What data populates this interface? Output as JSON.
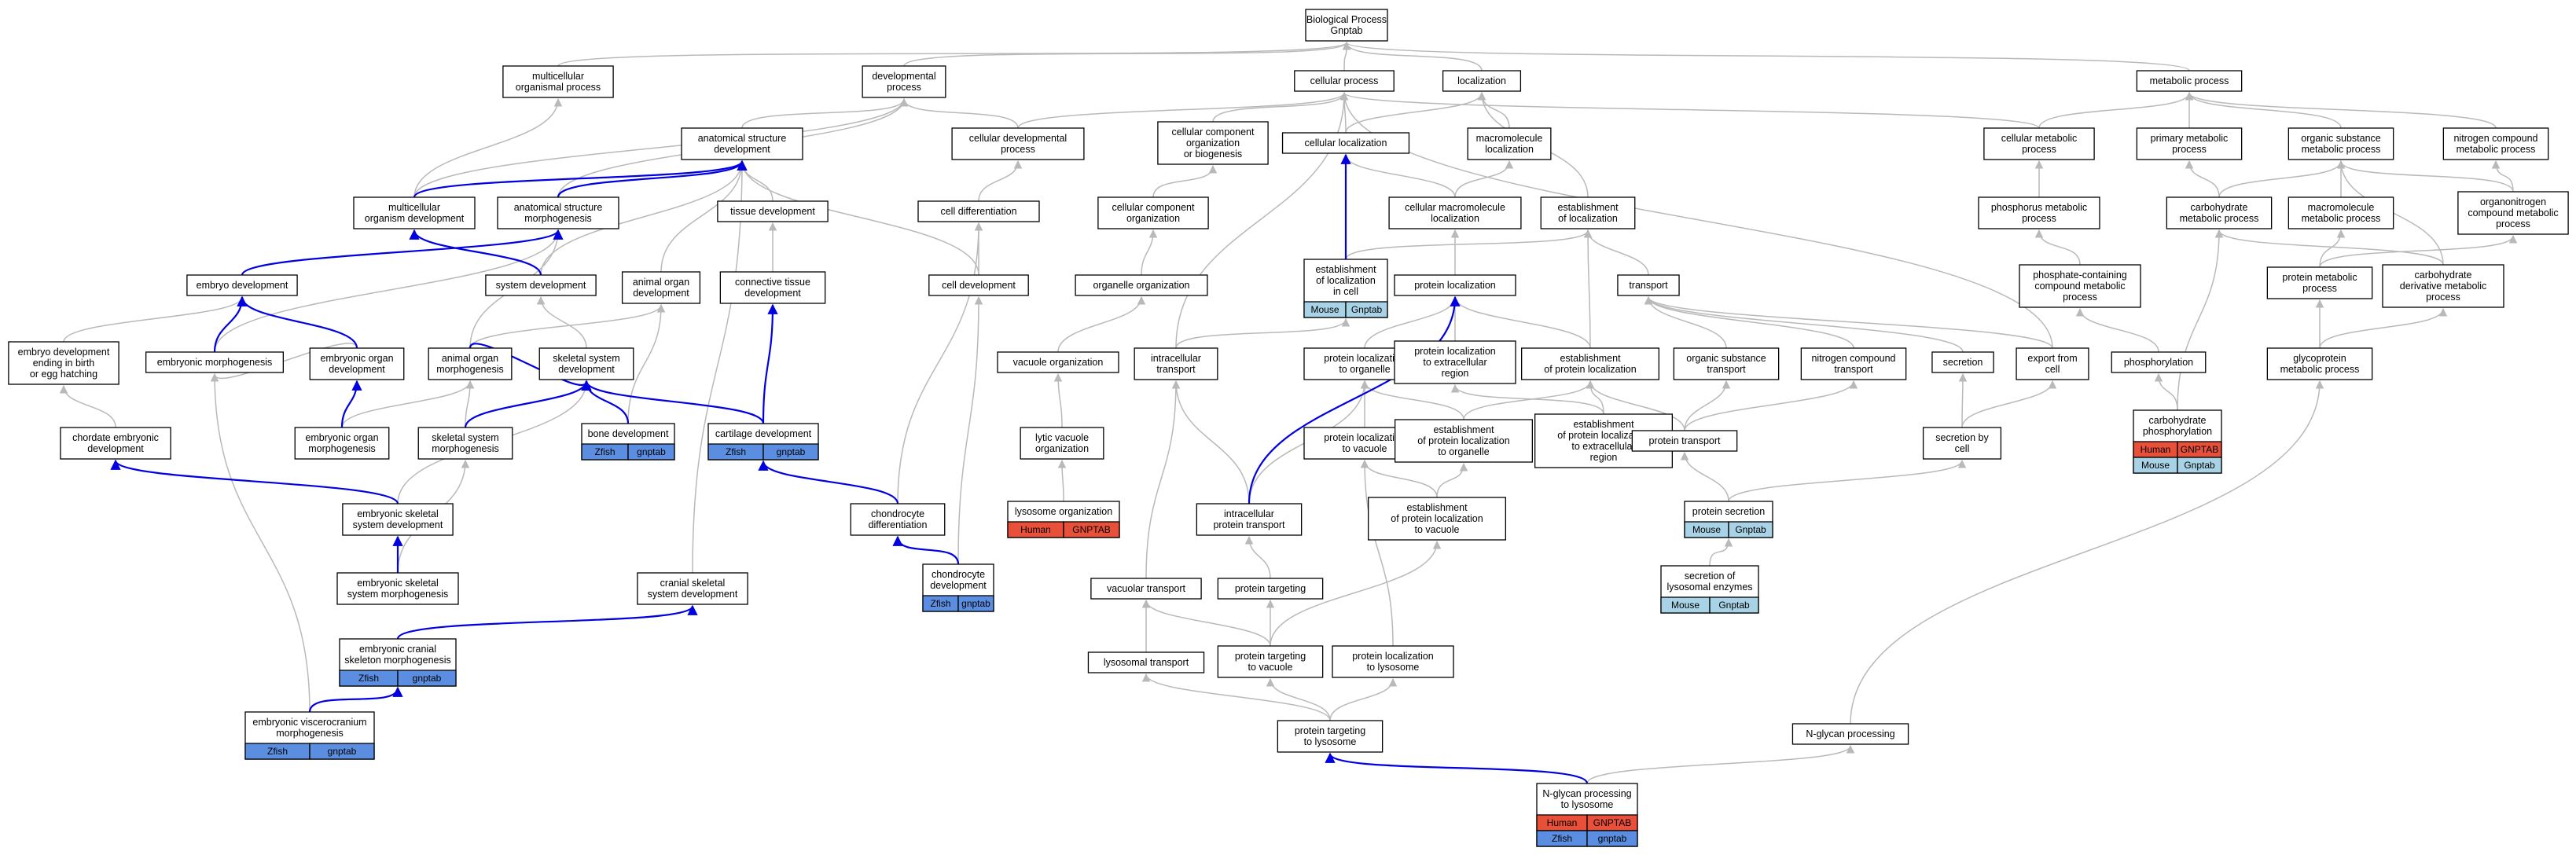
{
  "colors": {
    "edge_gray": "#b9b9b9",
    "edge_blue": "#0000e0",
    "human": "#e8503a",
    "mouse": "#a8d3e6",
    "zfish": "#5b8ee0"
  },
  "nodes": {
    "bp": [
      "Biological Process",
      "Gnptab"
    ],
    "mop": [
      "multicellular",
      "organismal process"
    ],
    "dp": [
      "developmental",
      "process"
    ],
    "cp": [
      "cellular process"
    ],
    "loc": [
      "localization"
    ],
    "mp": [
      "metabolic process"
    ],
    "asd": [
      "anatomical structure",
      "development"
    ],
    "cdp": [
      "cellular developmental",
      "process"
    ],
    "ccob": [
      "cellular component",
      "organization",
      "or biogenesis"
    ],
    "cl": [
      "cellular localization"
    ],
    "ml": [
      "macromolecule",
      "localization"
    ],
    "cmp": [
      "cellular metabolic",
      "process"
    ],
    "pmp": [
      "primary metabolic",
      "process"
    ],
    "osmp": [
      "organic substance",
      "metabolic process"
    ],
    "ncmp": [
      "nitrogen compound",
      "metabolic process"
    ],
    "mod": [
      "multicellular",
      "organism development"
    ],
    "asm": [
      "anatomical structure",
      "morphogenesis"
    ],
    "td": [
      "tissue development"
    ],
    "cdiff": [
      "cell differentiation"
    ],
    "cco": [
      "cellular component",
      "organization"
    ],
    "cml": [
      "cellular macromolecule",
      "localization"
    ],
    "eol": [
      "establishment",
      "of localization"
    ],
    "phmp": [
      "phosphorus metabolic",
      "process"
    ],
    "chmp": [
      "carbohydrate",
      "metabolic process"
    ],
    "mmp": [
      "macromolecule",
      "metabolic process"
    ],
    "oncmp": [
      "organonitrogen",
      "compound metabolic",
      "process"
    ],
    "ed": [
      "embryo development"
    ],
    "sd": [
      "system development"
    ],
    "aod": [
      "animal organ",
      "development"
    ],
    "ctd": [
      "connective tissue",
      "development"
    ],
    "celld": [
      "cell development"
    ],
    "oo": [
      "organelle organization"
    ],
    "elc": [
      "establishment",
      "of localization",
      "in cell"
    ],
    "pl": [
      "protein localization"
    ],
    "tr": [
      "transport"
    ],
    "pccmp": [
      "phosphate-containing",
      "compound metabolic",
      "process"
    ],
    "prmp": [
      "protein metabolic",
      "process"
    ],
    "cdmp": [
      "carbohydrate",
      "derivative metabolic",
      "process"
    ],
    "edb": [
      "embryo development",
      "ending in birth",
      "or egg hatching"
    ],
    "em": [
      "embryonic morphogenesis"
    ],
    "eod": [
      "embryonic organ",
      "development"
    ],
    "aom": [
      "animal organ",
      "morphogenesis"
    ],
    "ssd": [
      "skeletal system",
      "development"
    ],
    "vo": [
      "vacuole organization"
    ],
    "it": [
      "intracellular",
      "transport"
    ],
    "plo": [
      "protein localization",
      "to organelle"
    ],
    "plecr": [
      "protein localization",
      "to extracellular",
      "region"
    ],
    "epl": [
      "establishment",
      "of protein localization"
    ],
    "ost": [
      "organic substance",
      "transport"
    ],
    "nct": [
      "nitrogen compound",
      "transport"
    ],
    "sec": [
      "secretion"
    ],
    "efc": [
      "export from",
      "cell"
    ],
    "phos": [
      "phosphorylation"
    ],
    "gmp": [
      "glycoprotein",
      "metabolic process"
    ],
    "ced": [
      "chordate embryonic",
      "development"
    ],
    "eom": [
      "embryonic organ",
      "morphogenesis"
    ],
    "ssm": [
      "skeletal system",
      "morphogenesis"
    ],
    "bd": [
      "bone development"
    ],
    "cartd": [
      "cartilage development"
    ],
    "lvo": [
      "lytic vacuole",
      "organization"
    ],
    "plv": [
      "protein localization",
      "to vacuole"
    ],
    "eplo": [
      "establishment",
      "of protein localization",
      "to organelle"
    ],
    "eplecr": [
      "establishment",
      "of protein localization",
      "to extracellular",
      "region"
    ],
    "pt": [
      "protein transport"
    ],
    "sbc": [
      "secretion by",
      "cell"
    ],
    "chph": [
      "carbohydrate",
      "phosphorylation"
    ],
    "essd": [
      "embryonic skeletal",
      "system development"
    ],
    "chdiff": [
      "chondrocyte",
      "differentiation"
    ],
    "lo": [
      "lysosome organization"
    ],
    "ipt": [
      "intracellular",
      "protein transport"
    ],
    "eplv": [
      "establishment",
      "of protein localization",
      "to vacuole"
    ],
    "ps": [
      "protein secretion"
    ],
    "essm": [
      "embryonic skeletal",
      "system morphogenesis"
    ],
    "csd": [
      "cranial skeletal",
      "system development"
    ],
    "chd": [
      "chondrocyte",
      "development"
    ],
    "vt": [
      "vacuolar transport"
    ],
    "ptg": [
      "protein targeting"
    ],
    "sle": [
      "secretion of",
      "lysosomal enzymes"
    ],
    "ecsm": [
      "embryonic cranial",
      "skeleton morphogenesis"
    ],
    "lt": [
      "lysosomal transport"
    ],
    "ptv": [
      "protein targeting",
      "to vacuole"
    ],
    "pll": [
      "protein localization",
      "to lysosome"
    ],
    "evm": [
      "embryonic viscerocranium",
      "morphogenesis"
    ],
    "ptl": [
      "protein targeting",
      "to lysosome"
    ],
    "ngp": [
      "N-glycan processing"
    ],
    "ngpl": [
      "N-glycan processing",
      "to lysosome"
    ]
  },
  "annotations": {
    "elc": [
      [
        "Mouse",
        "Gnptab"
      ]
    ],
    "bd": [
      [
        "Zfish",
        "gnptab"
      ]
    ],
    "cartd": [
      [
        "Zfish",
        "gnptab"
      ]
    ],
    "chph": [
      [
        "Human",
        "GNPTAB"
      ],
      [
        "Mouse",
        "Gnptab"
      ]
    ],
    "lo": [
      [
        "Human",
        "GNPTAB"
      ]
    ],
    "ps": [
      [
        "Mouse",
        "Gnptab"
      ]
    ],
    "chd": [
      [
        "Zfish",
        "gnptab"
      ]
    ],
    "sle": [
      [
        "Mouse",
        "Gnptab"
      ]
    ],
    "ecsm": [
      [
        "Zfish",
        "gnptab"
      ]
    ],
    "evm": [
      [
        "Zfish",
        "gnptab"
      ]
    ],
    "ngpl": [
      [
        "Human",
        "GNPTAB"
      ],
      [
        "Zfish",
        "gnptab"
      ]
    ]
  }
}
